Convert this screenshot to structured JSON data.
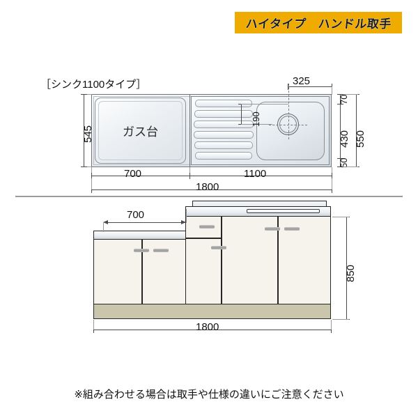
{
  "banner": {
    "text": "ハイタイプ　ハンドル取手",
    "bg_color": "#f0ab00"
  },
  "top_view": {
    "type_label": "［シンク1100タイプ］",
    "hob_label": "ガス台",
    "dimensions": {
      "depth_left": "545",
      "width_hob": "700",
      "width_sink": "1100",
      "width_total": "1800",
      "faucet_offset_x": "325",
      "faucet_offset_y": "190",
      "rear_ledge": "70",
      "basin_depth": "430",
      "front_ledge": "50",
      "depth_total": "550"
    }
  },
  "elevation_view": {
    "dimensions": {
      "hob_cabinet_width": "700",
      "height_total": "850",
      "width_total": "1800"
    }
  },
  "footer": {
    "note": "※組み合わせる場合は取手や仕様の違いにご注意ください"
  },
  "colors": {
    "accent": "#f0ab00",
    "door_panel": "#f5f3ec",
    "plinth": "#c9c6ab",
    "outline": "#262626",
    "dimension": "#4a4a4a"
  }
}
